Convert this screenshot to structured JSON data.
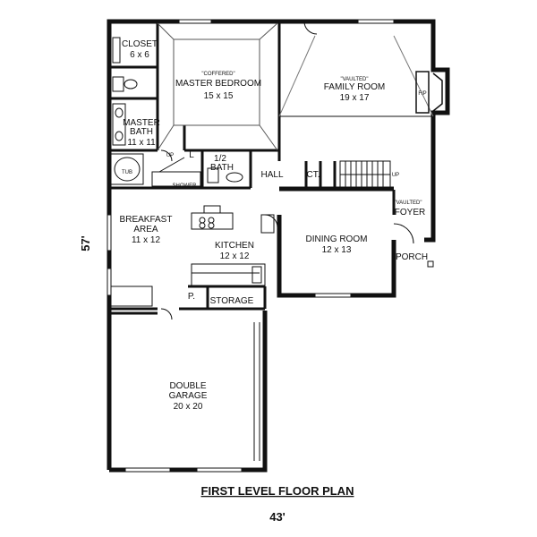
{
  "plan": {
    "title": "FIRST LEVEL FLOOR PLAN",
    "width_dim": "43'",
    "height_dim": "57'",
    "rooms": {
      "closet": {
        "name": "CLOSET",
        "size": "6 x 6"
      },
      "master_bedroom": {
        "note": "\"COFFERED\"",
        "name": "MASTER BEDROOM",
        "size": "15 x 15"
      },
      "family_room": {
        "note": "\"VAULTED\"",
        "name": "FAMILY ROOM",
        "size": "19 x 17"
      },
      "fireplace": "F/P",
      "master_bath": {
        "name1": "MASTER",
        "name2": "BATH",
        "size": "11 x 11"
      },
      "tub": "TUB",
      "shower": "SHOWER",
      "half_bath": {
        "name1": "1/2",
        "name2": "BATH"
      },
      "hall": "HALL",
      "coat_closet": "CT.",
      "stair_up": "UP",
      "bath_up": "UP",
      "bath_l": "L",
      "breakfast": {
        "name1": "BREAKFAST",
        "name2": "AREA",
        "size": "11 x 12"
      },
      "kitchen": {
        "name": "KITCHEN",
        "size": "12 x 12"
      },
      "dining": {
        "name": "DINING ROOM",
        "size": "12 x 13"
      },
      "foyer": {
        "note": "\"VAULTED\"",
        "name": "FOYER"
      },
      "porch": "PORCH",
      "pantry": "P.",
      "storage": "STORAGE",
      "garage": {
        "name1": "DOUBLE",
        "name2": "GARAGE",
        "size": "20 x 20"
      }
    }
  }
}
